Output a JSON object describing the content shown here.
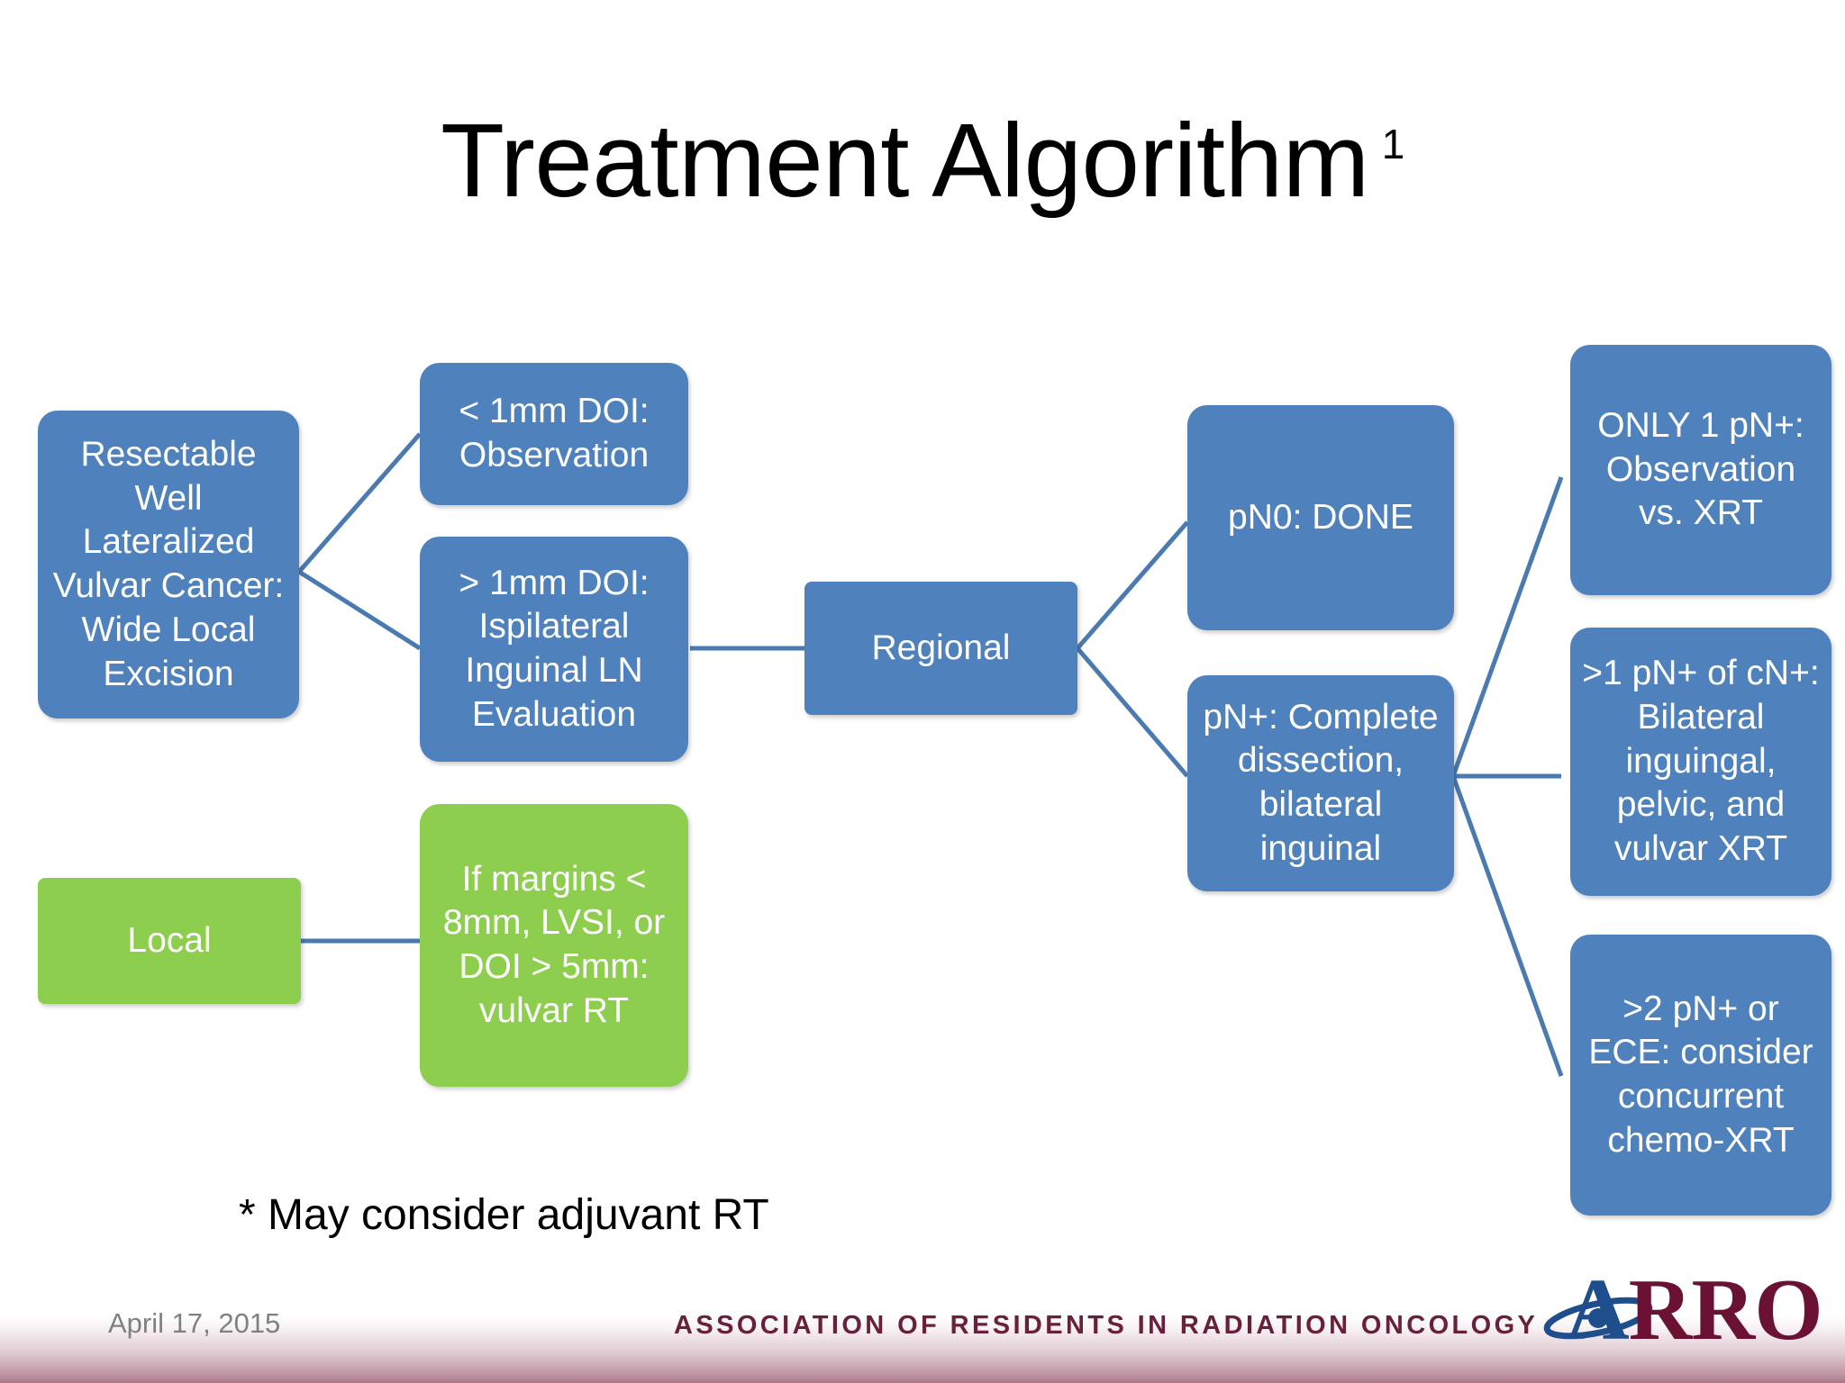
{
  "slide": {
    "title": "Treatment Algorithm",
    "title_superscript": "1",
    "footnote": "* May consider adjuvant RT",
    "background_color": "#ffffff"
  },
  "colors": {
    "blue_box": "#4f81bd",
    "green_box": "#8ece4e",
    "connector": "#4a7ab0",
    "box_text": "#ffffff",
    "title_text": "#000000",
    "footer_maroon": "#6b2039",
    "logo_blue": "#1f4e8c",
    "logo_maroon": "#6b1134",
    "footer_date_gray": "#808080"
  },
  "diagram": {
    "type": "flowchart",
    "nodes": [
      {
        "id": "primary",
        "label": "Resectable Well Lateralized Vulvar Cancer: Wide Local Excision",
        "color": "blue",
        "shape": "rounded"
      },
      {
        "id": "doi-lt-1mm",
        "label": "< 1mm DOI: Observation",
        "color": "blue",
        "shape": "rounded"
      },
      {
        "id": "doi-gt-1mm",
        "label": "> 1mm DOI: Ispilateral Inguinal LN Evaluation",
        "color": "blue",
        "shape": "rounded"
      },
      {
        "id": "regional",
        "label": "Regional",
        "color": "blue",
        "shape": "rounded"
      },
      {
        "id": "pn0",
        "label": "pN0: DONE",
        "color": "blue",
        "shape": "rounded"
      },
      {
        "id": "pn-plus",
        "label": "pN+: Complete dissection, bilateral inguinal",
        "color": "blue",
        "shape": "rounded"
      },
      {
        "id": "only-1-pn",
        "label": "ONLY 1 pN+: Observation vs. XRT",
        "color": "blue",
        "shape": "rounded"
      },
      {
        "id": "gt1-pn-cn",
        "label": ">1 pN+ of cN+: Bilateral inguingal, pelvic, and vulvar XRT",
        "color": "blue",
        "shape": "rounded"
      },
      {
        "id": "gt2-pn-ece",
        "label": ">2 pN+ or ECE:  consider concurrent chemo-XRT",
        "color": "blue",
        "shape": "rounded"
      },
      {
        "id": "local",
        "label": "Local",
        "color": "green",
        "shape": "rounded"
      },
      {
        "id": "local-rt",
        "label": "If margins < 8mm, LVSI, or DOI > 5mm: vulvar RT",
        "color": "green",
        "shape": "rounded"
      }
    ],
    "edges": [
      {
        "from": "primary",
        "to": "doi-lt-1mm"
      },
      {
        "from": "primary",
        "to": "doi-gt-1mm"
      },
      {
        "from": "doi-gt-1mm",
        "to": "regional"
      },
      {
        "from": "regional",
        "to": "pn0"
      },
      {
        "from": "regional",
        "to": "pn-plus"
      },
      {
        "from": "pn-plus",
        "to": "only-1-pn"
      },
      {
        "from": "pn-plus",
        "to": "gt1-pn-cn"
      },
      {
        "from": "pn-plus",
        "to": "gt2-pn-ece"
      },
      {
        "from": "local",
        "to": "local-rt"
      }
    ]
  },
  "footer": {
    "date": "April 17, 2015",
    "association": "ASSOCIATION OF RESIDENTS IN RADIATION ONCOLOGY",
    "logo_a": "A",
    "logo_rro": "RRO"
  }
}
